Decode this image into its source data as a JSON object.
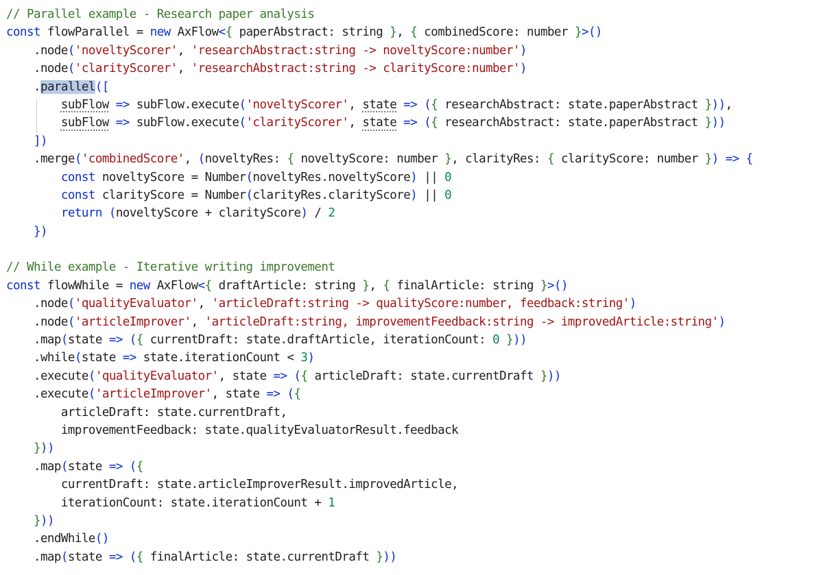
{
  "editor": {
    "lines": [
      {
        "indent": 0,
        "tokens": [
          {
            "t": "// Parallel example - Research paper analysis",
            "c": "comment"
          }
        ]
      },
      {
        "indent": 0,
        "tokens": [
          {
            "t": "const",
            "c": "keyword"
          },
          {
            "t": " flowParallel = ",
            "c": "plain"
          },
          {
            "t": "new",
            "c": "keyword"
          },
          {
            "t": " AxFlow",
            "c": "plain"
          },
          {
            "t": "<",
            "c": "paren"
          },
          {
            "t": "{",
            "c": "brace"
          },
          {
            "t": " paperAbstract: string ",
            "c": "plain"
          },
          {
            "t": "}",
            "c": "brace"
          },
          {
            "t": ", ",
            "c": "plain"
          },
          {
            "t": "{",
            "c": "brace"
          },
          {
            "t": " combinedScore: number ",
            "c": "plain"
          },
          {
            "t": "}",
            "c": "brace"
          },
          {
            "t": ">()",
            "c": "paren"
          }
        ]
      },
      {
        "indent": 1,
        "tokens": [
          {
            "t": ".node",
            "c": "plain"
          },
          {
            "t": "(",
            "c": "paren"
          },
          {
            "t": "'noveltyScorer'",
            "c": "string"
          },
          {
            "t": ", ",
            "c": "plain"
          },
          {
            "t": "'researchAbstract:string -> noveltyScore:number'",
            "c": "string"
          },
          {
            "t": ")",
            "c": "paren"
          }
        ]
      },
      {
        "indent": 1,
        "tokens": [
          {
            "t": ".node",
            "c": "plain"
          },
          {
            "t": "(",
            "c": "paren"
          },
          {
            "t": "'clarityScorer'",
            "c": "string"
          },
          {
            "t": ", ",
            "c": "plain"
          },
          {
            "t": "'researchAbstract:string -> clarityScore:number'",
            "c": "string"
          },
          {
            "t": ")",
            "c": "paren"
          }
        ]
      },
      {
        "indent": 1,
        "tokens": [
          {
            "t": ".",
            "c": "plain"
          },
          {
            "t": "parallel",
            "c": "plain",
            "hl": true
          },
          {
            "t": "([",
            "c": "paren"
          }
        ]
      },
      {
        "indent": 2,
        "tokens": [
          {
            "t": "subFlow",
            "c": "plain",
            "dot": true
          },
          {
            "t": " => ",
            "c": "arrow"
          },
          {
            "t": "subFlow.execute",
            "c": "plain"
          },
          {
            "t": "(",
            "c": "paren"
          },
          {
            "t": "'noveltyScorer'",
            "c": "string"
          },
          {
            "t": ", ",
            "c": "plain"
          },
          {
            "t": "state",
            "c": "plain",
            "dot": true
          },
          {
            "t": " => ",
            "c": "arrow"
          },
          {
            "t": "(",
            "c": "paren"
          },
          {
            "t": "{",
            "c": "brace"
          },
          {
            "t": " researchAbstract: state.paperAbstract ",
            "c": "plain"
          },
          {
            "t": "}",
            "c": "brace"
          },
          {
            "t": ")",
            "c": "paren"
          },
          {
            "t": ")",
            "c": "paren"
          },
          {
            "t": ",",
            "c": "plain"
          }
        ]
      },
      {
        "indent": 2,
        "tokens": [
          {
            "t": "subFlow",
            "c": "plain",
            "dot": true
          },
          {
            "t": " => ",
            "c": "arrow"
          },
          {
            "t": "subFlow.execute",
            "c": "plain"
          },
          {
            "t": "(",
            "c": "paren"
          },
          {
            "t": "'clarityScorer'",
            "c": "string"
          },
          {
            "t": ", ",
            "c": "plain"
          },
          {
            "t": "state",
            "c": "plain",
            "dot": true
          },
          {
            "t": " => ",
            "c": "arrow"
          },
          {
            "t": "(",
            "c": "paren"
          },
          {
            "t": "{",
            "c": "brace"
          },
          {
            "t": " researchAbstract: state.paperAbstract ",
            "c": "plain"
          },
          {
            "t": "}",
            "c": "brace"
          },
          {
            "t": ")",
            "c": "paren"
          },
          {
            "t": ")",
            "c": "paren"
          }
        ]
      },
      {
        "indent": 1,
        "tokens": [
          {
            "t": "])",
            "c": "paren"
          }
        ]
      },
      {
        "indent": 1,
        "tokens": [
          {
            "t": ".merge",
            "c": "plain"
          },
          {
            "t": "(",
            "c": "paren"
          },
          {
            "t": "'combinedScore'",
            "c": "string"
          },
          {
            "t": ", ",
            "c": "plain"
          },
          {
            "t": "(",
            "c": "paren"
          },
          {
            "t": "noveltyRes: ",
            "c": "plain"
          },
          {
            "t": "{",
            "c": "brace"
          },
          {
            "t": " noveltyScore: number ",
            "c": "plain"
          },
          {
            "t": "}",
            "c": "brace"
          },
          {
            "t": ", clarityRes: ",
            "c": "plain"
          },
          {
            "t": "{",
            "c": "brace"
          },
          {
            "t": " clarityScore: number ",
            "c": "plain"
          },
          {
            "t": "}",
            "c": "brace"
          },
          {
            "t": ")",
            "c": "paren"
          },
          {
            "t": " => ",
            "c": "arrow"
          },
          {
            "t": "{",
            "c": "paren"
          }
        ]
      },
      {
        "indent": 2,
        "tokens": [
          {
            "t": "const",
            "c": "keyword"
          },
          {
            "t": " noveltyScore = Number",
            "c": "plain"
          },
          {
            "t": "(",
            "c": "paren"
          },
          {
            "t": "noveltyRes.noveltyScore",
            "c": "plain"
          },
          {
            "t": ")",
            "c": "paren"
          },
          {
            "t": " || ",
            "c": "plain"
          },
          {
            "t": "0",
            "c": "number"
          }
        ]
      },
      {
        "indent": 2,
        "tokens": [
          {
            "t": "const",
            "c": "keyword"
          },
          {
            "t": " clarityScore = Number",
            "c": "plain"
          },
          {
            "t": "(",
            "c": "paren"
          },
          {
            "t": "clarityRes.clarityScore",
            "c": "plain"
          },
          {
            "t": ")",
            "c": "paren"
          },
          {
            "t": " || ",
            "c": "plain"
          },
          {
            "t": "0",
            "c": "number"
          }
        ]
      },
      {
        "indent": 2,
        "tokens": [
          {
            "t": "return",
            "c": "keyword"
          },
          {
            "t": " ",
            "c": "plain"
          },
          {
            "t": "(",
            "c": "paren"
          },
          {
            "t": "noveltyScore + clarityScore",
            "c": "plain"
          },
          {
            "t": ")",
            "c": "paren"
          },
          {
            "t": " / ",
            "c": "plain"
          },
          {
            "t": "2",
            "c": "number"
          }
        ]
      },
      {
        "indent": 1,
        "tokens": [
          {
            "t": "})",
            "c": "paren"
          }
        ]
      },
      {
        "indent": 0,
        "tokens": []
      },
      {
        "indent": 0,
        "tokens": [
          {
            "t": "// While example - Iterative writing improvement",
            "c": "comment"
          }
        ]
      },
      {
        "indent": 0,
        "tokens": [
          {
            "t": "const",
            "c": "keyword"
          },
          {
            "t": " flowWhile = ",
            "c": "plain"
          },
          {
            "t": "new",
            "c": "keyword"
          },
          {
            "t": " AxFlow",
            "c": "plain"
          },
          {
            "t": "<",
            "c": "paren"
          },
          {
            "t": "{",
            "c": "brace"
          },
          {
            "t": " draftArticle: string ",
            "c": "plain"
          },
          {
            "t": "}",
            "c": "brace"
          },
          {
            "t": ", ",
            "c": "plain"
          },
          {
            "t": "{",
            "c": "brace"
          },
          {
            "t": " finalArticle: string ",
            "c": "plain"
          },
          {
            "t": "}",
            "c": "brace"
          },
          {
            "t": ">()",
            "c": "paren"
          }
        ]
      },
      {
        "indent": 1,
        "tokens": [
          {
            "t": ".node",
            "c": "plain"
          },
          {
            "t": "(",
            "c": "paren"
          },
          {
            "t": "'qualityEvaluator'",
            "c": "string"
          },
          {
            "t": ", ",
            "c": "plain"
          },
          {
            "t": "'articleDraft:string -> qualityScore:number, feedback:string'",
            "c": "string"
          },
          {
            "t": ")",
            "c": "paren"
          }
        ]
      },
      {
        "indent": 1,
        "tokens": [
          {
            "t": ".node",
            "c": "plain"
          },
          {
            "t": "(",
            "c": "paren"
          },
          {
            "t": "'articleImprover'",
            "c": "string"
          },
          {
            "t": ", ",
            "c": "plain"
          },
          {
            "t": "'articleDraft:string, improvementFeedback:string -> improvedArticle:string'",
            "c": "string"
          },
          {
            "t": ")",
            "c": "paren"
          }
        ]
      },
      {
        "indent": 1,
        "tokens": [
          {
            "t": ".map",
            "c": "plain"
          },
          {
            "t": "(",
            "c": "paren"
          },
          {
            "t": "state",
            "c": "plain"
          },
          {
            "t": " => ",
            "c": "arrow"
          },
          {
            "t": "(",
            "c": "paren"
          },
          {
            "t": "{",
            "c": "brace"
          },
          {
            "t": " currentDraft: state.draftArticle, iterationCount: ",
            "c": "plain"
          },
          {
            "t": "0",
            "c": "number"
          },
          {
            "t": " ",
            "c": "plain"
          },
          {
            "t": "}",
            "c": "brace"
          },
          {
            "t": "))",
            "c": "paren"
          }
        ]
      },
      {
        "indent": 1,
        "tokens": [
          {
            "t": ".while",
            "c": "plain"
          },
          {
            "t": "(",
            "c": "paren"
          },
          {
            "t": "state",
            "c": "plain"
          },
          {
            "t": " => ",
            "c": "arrow"
          },
          {
            "t": "state.iterationCount < ",
            "c": "plain"
          },
          {
            "t": "3",
            "c": "number"
          },
          {
            "t": ")",
            "c": "paren"
          }
        ]
      },
      {
        "indent": 1,
        "tokens": [
          {
            "t": ".execute",
            "c": "plain"
          },
          {
            "t": "(",
            "c": "paren"
          },
          {
            "t": "'qualityEvaluator'",
            "c": "string"
          },
          {
            "t": ", ",
            "c": "plain"
          },
          {
            "t": "state",
            "c": "plain"
          },
          {
            "t": " => ",
            "c": "arrow"
          },
          {
            "t": "(",
            "c": "paren"
          },
          {
            "t": "{",
            "c": "brace"
          },
          {
            "t": " articleDraft: state.currentDraft ",
            "c": "plain"
          },
          {
            "t": "}",
            "c": "brace"
          },
          {
            "t": "))",
            "c": "paren"
          }
        ]
      },
      {
        "indent": 1,
        "tokens": [
          {
            "t": ".execute",
            "c": "plain"
          },
          {
            "t": "(",
            "c": "paren"
          },
          {
            "t": "'articleImprover'",
            "c": "string"
          },
          {
            "t": ", ",
            "c": "plain"
          },
          {
            "t": "state",
            "c": "plain"
          },
          {
            "t": " => ",
            "c": "arrow"
          },
          {
            "t": "(",
            "c": "paren"
          },
          {
            "t": "{",
            "c": "brace"
          }
        ]
      },
      {
        "indent": 2,
        "tokens": [
          {
            "t": "articleDraft: state.currentDraft,",
            "c": "plain"
          }
        ]
      },
      {
        "indent": 2,
        "tokens": [
          {
            "t": "improvementFeedback: state.qualityEvaluatorResult.feedback",
            "c": "plain"
          }
        ]
      },
      {
        "indent": 1,
        "tokens": [
          {
            "t": "}",
            "c": "brace"
          },
          {
            "t": "))",
            "c": "paren"
          }
        ]
      },
      {
        "indent": 1,
        "tokens": [
          {
            "t": ".map",
            "c": "plain"
          },
          {
            "t": "(",
            "c": "paren"
          },
          {
            "t": "state",
            "c": "plain"
          },
          {
            "t": " => ",
            "c": "arrow"
          },
          {
            "t": "(",
            "c": "paren"
          },
          {
            "t": "{",
            "c": "brace"
          }
        ]
      },
      {
        "indent": 2,
        "tokens": [
          {
            "t": "currentDraft: state.articleImproverResult.improvedArticle,",
            "c": "plain"
          }
        ]
      },
      {
        "indent": 2,
        "tokens": [
          {
            "t": "iterationCount: state.iterationCount + ",
            "c": "plain"
          },
          {
            "t": "1",
            "c": "number"
          }
        ]
      },
      {
        "indent": 1,
        "tokens": [
          {
            "t": "}",
            "c": "brace"
          },
          {
            "t": "))",
            "c": "paren"
          }
        ]
      },
      {
        "indent": 1,
        "tokens": [
          {
            "t": ".endWhile",
            "c": "plain"
          },
          {
            "t": "()",
            "c": "paren"
          }
        ]
      },
      {
        "indent": 1,
        "tokens": [
          {
            "t": ".map",
            "c": "plain"
          },
          {
            "t": "(",
            "c": "paren"
          },
          {
            "t": "state",
            "c": "plain"
          },
          {
            "t": " => ",
            "c": "arrow"
          },
          {
            "t": "(",
            "c": "paren"
          },
          {
            "t": "{",
            "c": "brace"
          },
          {
            "t": " finalArticle: state.currentDraft ",
            "c": "plain"
          },
          {
            "t": "}",
            "c": "brace"
          },
          {
            "t": "))",
            "c": "paren"
          }
        ]
      }
    ]
  },
  "colors": {
    "comment": "#3c7a2c",
    "keyword": "#0b2fd0",
    "string": "#a31515",
    "number": "#098658",
    "brace": "#2a7f2a",
    "selection": "#b9cbe6"
  }
}
